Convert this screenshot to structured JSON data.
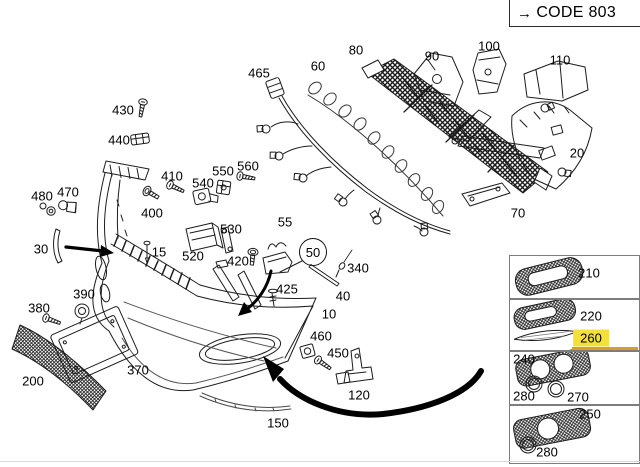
{
  "banner": {
    "arrow": "→",
    "text": "CODE 803"
  },
  "callouts": {
    "c10": "10",
    "c15": "15",
    "c20": "20",
    "c30": "30",
    "c40": "40",
    "c50": "50",
    "c55": "55",
    "c60": "60",
    "c70": "70",
    "c80": "80",
    "c90": "90",
    "c100": "100",
    "c110": "110",
    "c120": "120",
    "c150": "150",
    "c200": "200",
    "c340": "340",
    "c370": "370",
    "c380": "380",
    "c390": "390",
    "c400": "400",
    "c410": "410",
    "c420": "420",
    "c425": "425",
    "c430": "430",
    "c440": "440",
    "c450": "450",
    "c460": "460",
    "c465": "465",
    "c470": "470",
    "c480": "480",
    "c520": "520",
    "c530": "530",
    "c540": "540",
    "c550": "550",
    "c560": "560"
  },
  "panel": {
    "rows": [
      {
        "parts": [
          "210"
        ]
      },
      {
        "parts": [
          "220",
          "260"
        ]
      },
      {
        "parts": [
          "240",
          "280",
          "270"
        ]
      },
      {
        "parts": [
          "250",
          "280"
        ]
      }
    ],
    "highlighted_part": "260"
  },
  "colors": {
    "highlight_bg": "#f3e13a",
    "highlight_underline": "#dd9a2e",
    "line": "#1c1c1c"
  }
}
